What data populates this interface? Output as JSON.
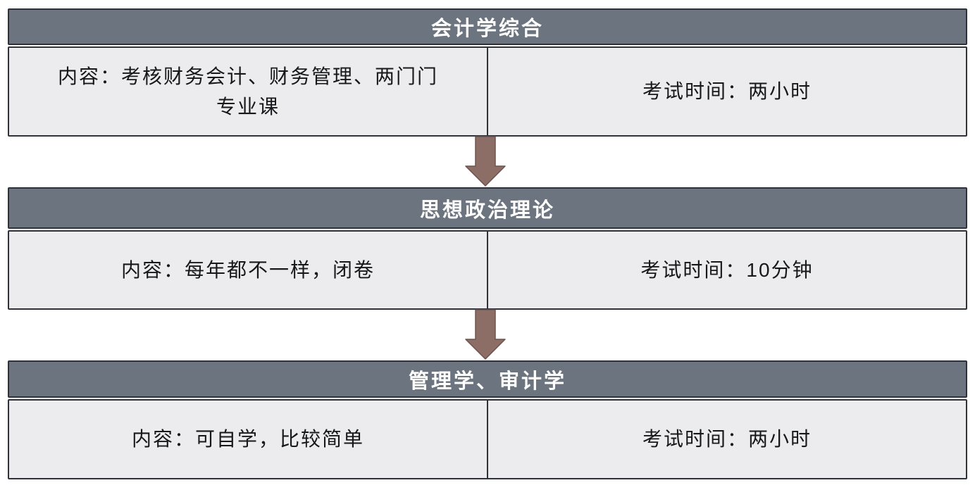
{
  "diagram": {
    "blocks": [
      {
        "title": "会计学综合",
        "content": "内容：考核财务会计、财务管理、两门门\n专业课",
        "time": "考试时间：两小时"
      },
      {
        "title": "思想政治理论",
        "content": "内容：每年都不一样，闭卷",
        "time": "考试时间：10分钟"
      },
      {
        "title": "管理学、审计学",
        "content": "内容：可自学，比较简单",
        "time": "考试时间：两小时"
      }
    ],
    "colors": {
      "header_bg": "#6B747F",
      "header_text": "#FFFFFF",
      "cell_bg": "#ECECEE",
      "border": "#2F3238",
      "arrow_fill": "#8C6E67",
      "arrow_stroke": "#6F534E"
    }
  }
}
